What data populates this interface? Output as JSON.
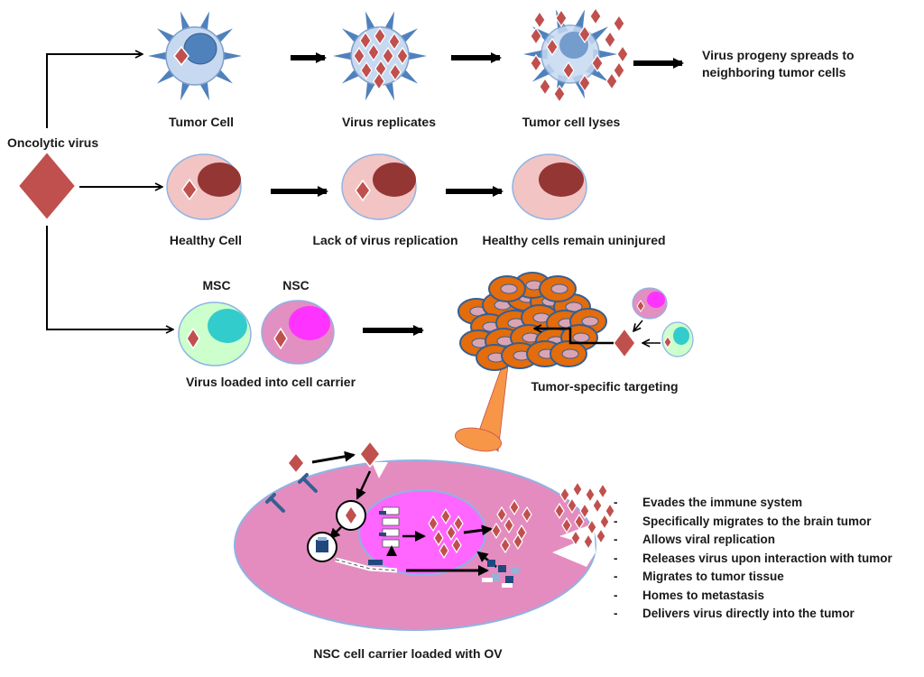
{
  "labels": {
    "oncolytic_virus": "Oncolytic virus",
    "tumor_cell": "Tumor Cell",
    "virus_replicates": "Virus replicates",
    "tumor_cell_lyses": "Tumor cell lyses",
    "virus_progeny_line1": "Virus progeny spreads to",
    "virus_progeny_line2": "neighboring tumor cells",
    "healthy_cell": "Healthy Cell",
    "lack_of_replication": "Lack of virus replication",
    "healthy_remain": "Healthy cells remain uninjured",
    "msc": "MSC",
    "nsc": "NSC",
    "virus_loaded": "Virus loaded into cell carrier",
    "tumor_targeting": "Tumor-specific targeting",
    "nsc_carrier": "NSC cell carrier loaded with OV"
  },
  "properties": {
    "bullet_marker": "-",
    "items": [
      "Evades the immune system",
      "Specifically migrates to the brain tumor",
      "Allows viral replication",
      "Releases virus upon interaction with tumor",
      "Migrates to tumor tissue",
      "Homes to metastasis",
      "Delivers virus directly into the tumor"
    ]
  },
  "colors": {
    "virus": "#c0504d",
    "tumor_spike": "#4f81bd",
    "tumor_body": "#c6d9f1",
    "tumor_nucleus": "#4f81bd",
    "healthy_body": "#f2c4c4",
    "healthy_nucleus": "#943634",
    "msc_body": "#ccffcc",
    "msc_nucleus": "#33cccc",
    "nsc_body": "#e28fc2",
    "nsc_nucleus": "#ff33ff",
    "tumor_mass": "#e46c0a",
    "beam": "#f79646",
    "carrier_body": "#e48cc0",
    "carrier_nucleus": "#ff66ff"
  }
}
